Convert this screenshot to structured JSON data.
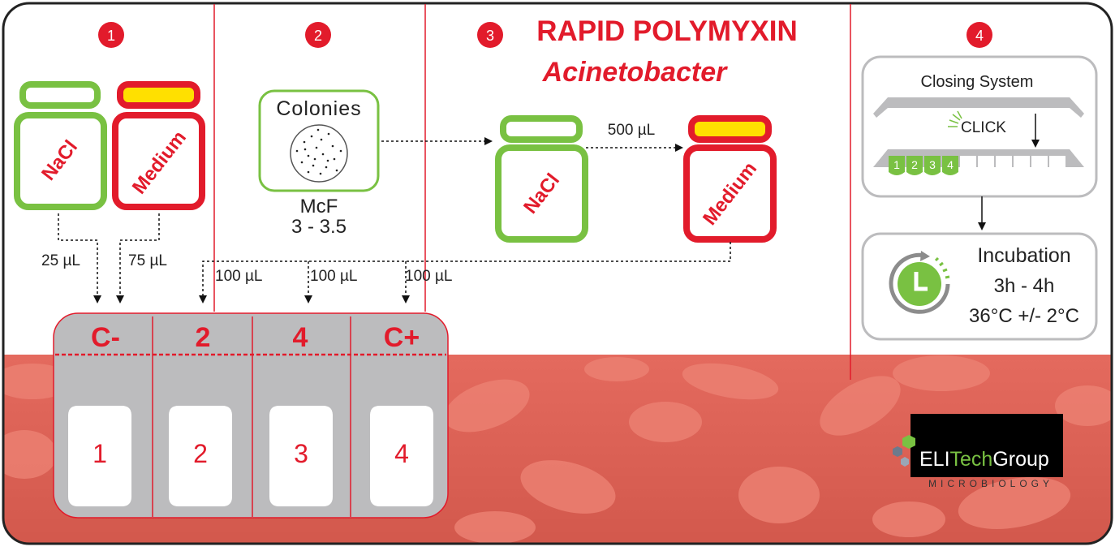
{
  "colors": {
    "red": "#e21b2b",
    "green": "#79c142",
    "gray": "#bcbcbe",
    "dark": "#222222",
    "yellow": "#ffe000"
  },
  "steps": {
    "s1": "1",
    "s2": "2",
    "s3": "3",
    "s4": "4"
  },
  "title": {
    "line1": "RAPID POLYMYXIN",
    "line2": "Acinetobacter"
  },
  "bottles": {
    "nacl": "NaCl",
    "medium": "Medium"
  },
  "colonies": {
    "label": "Colonies",
    "mcf": "McF",
    "range": "3 - 3.5"
  },
  "volumes": {
    "v25": "25 µL",
    "v75": "75 µL",
    "v500": "500 µL",
    "v100": "100 µL"
  },
  "strip": {
    "headers": [
      "C-",
      "2",
      "4",
      "C+"
    ],
    "wells": [
      "1",
      "2",
      "3",
      "4"
    ]
  },
  "closing": {
    "title": "Closing System",
    "click": "CLICK",
    "wells": [
      "1",
      "2",
      "3",
      "4"
    ]
  },
  "incubation": {
    "title": "Incubation",
    "time": "3h - 4h",
    "temp": "36°C +/- 2°C"
  },
  "logo": {
    "brand_a": "ELI",
    "brand_b": "Tech",
    "brand_c": "Group",
    "sub": "MICROBIOLOGY"
  }
}
